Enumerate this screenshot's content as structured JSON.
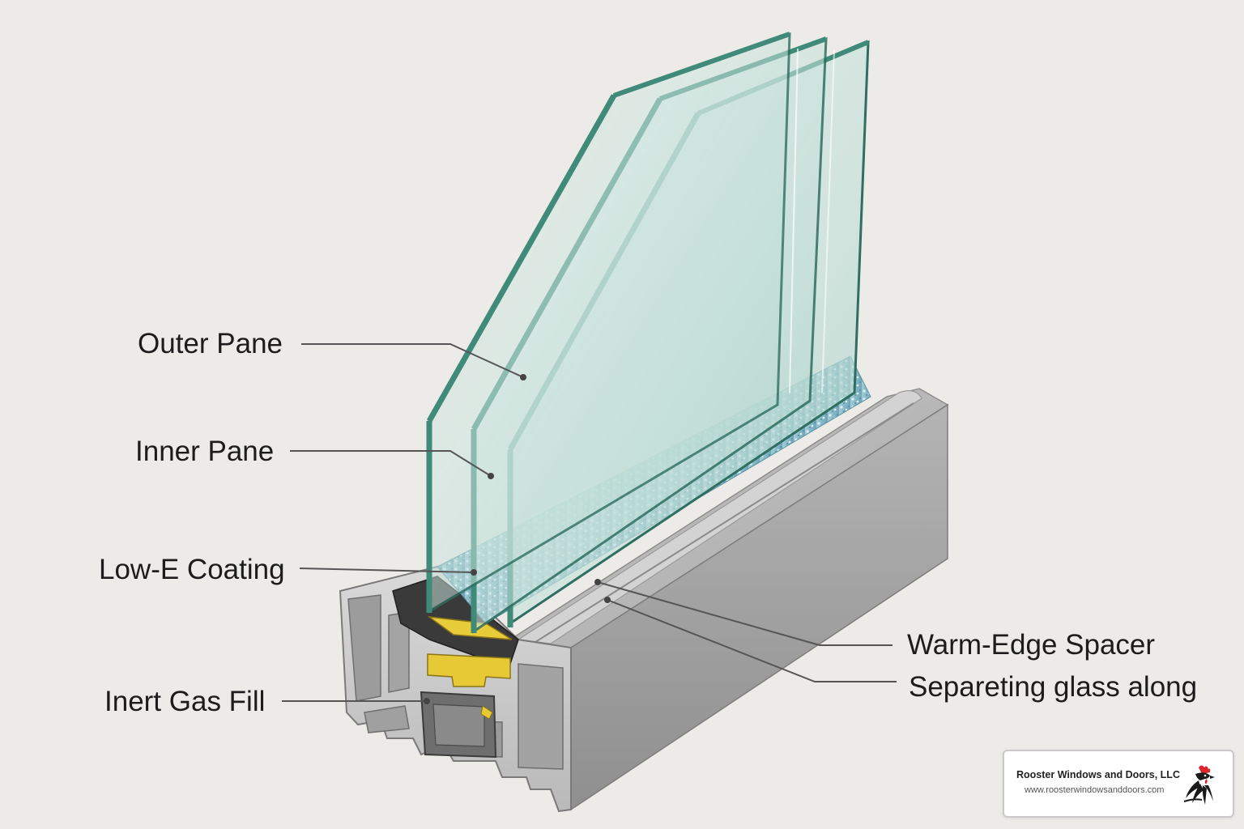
{
  "callouts": {
    "outer_pane": "Outer Pane",
    "inner_pane": "Inner Pane",
    "low_e_coating": "Low-E Coating",
    "inert_gas_fill": "Inert Gas Fill",
    "warm_edge_spacer": "Warm-Edge Spacer",
    "separating_glass": "Separeting glass along"
  },
  "brand": {
    "name": "Rooster Windows and Doors, LLC",
    "url": "www.roosterwindowsanddoors.com",
    "logo_icon": "rooster-logo-icon"
  },
  "colors": {
    "background": "#ecebe7",
    "glass_edge": "#3f8a78",
    "glass_face": "#cfe6e0",
    "frame": "#a9a9a9",
    "spacer": "#e8cc3a",
    "gas_fill": "#8fc3d3",
    "accent_red": "#d8262b"
  }
}
